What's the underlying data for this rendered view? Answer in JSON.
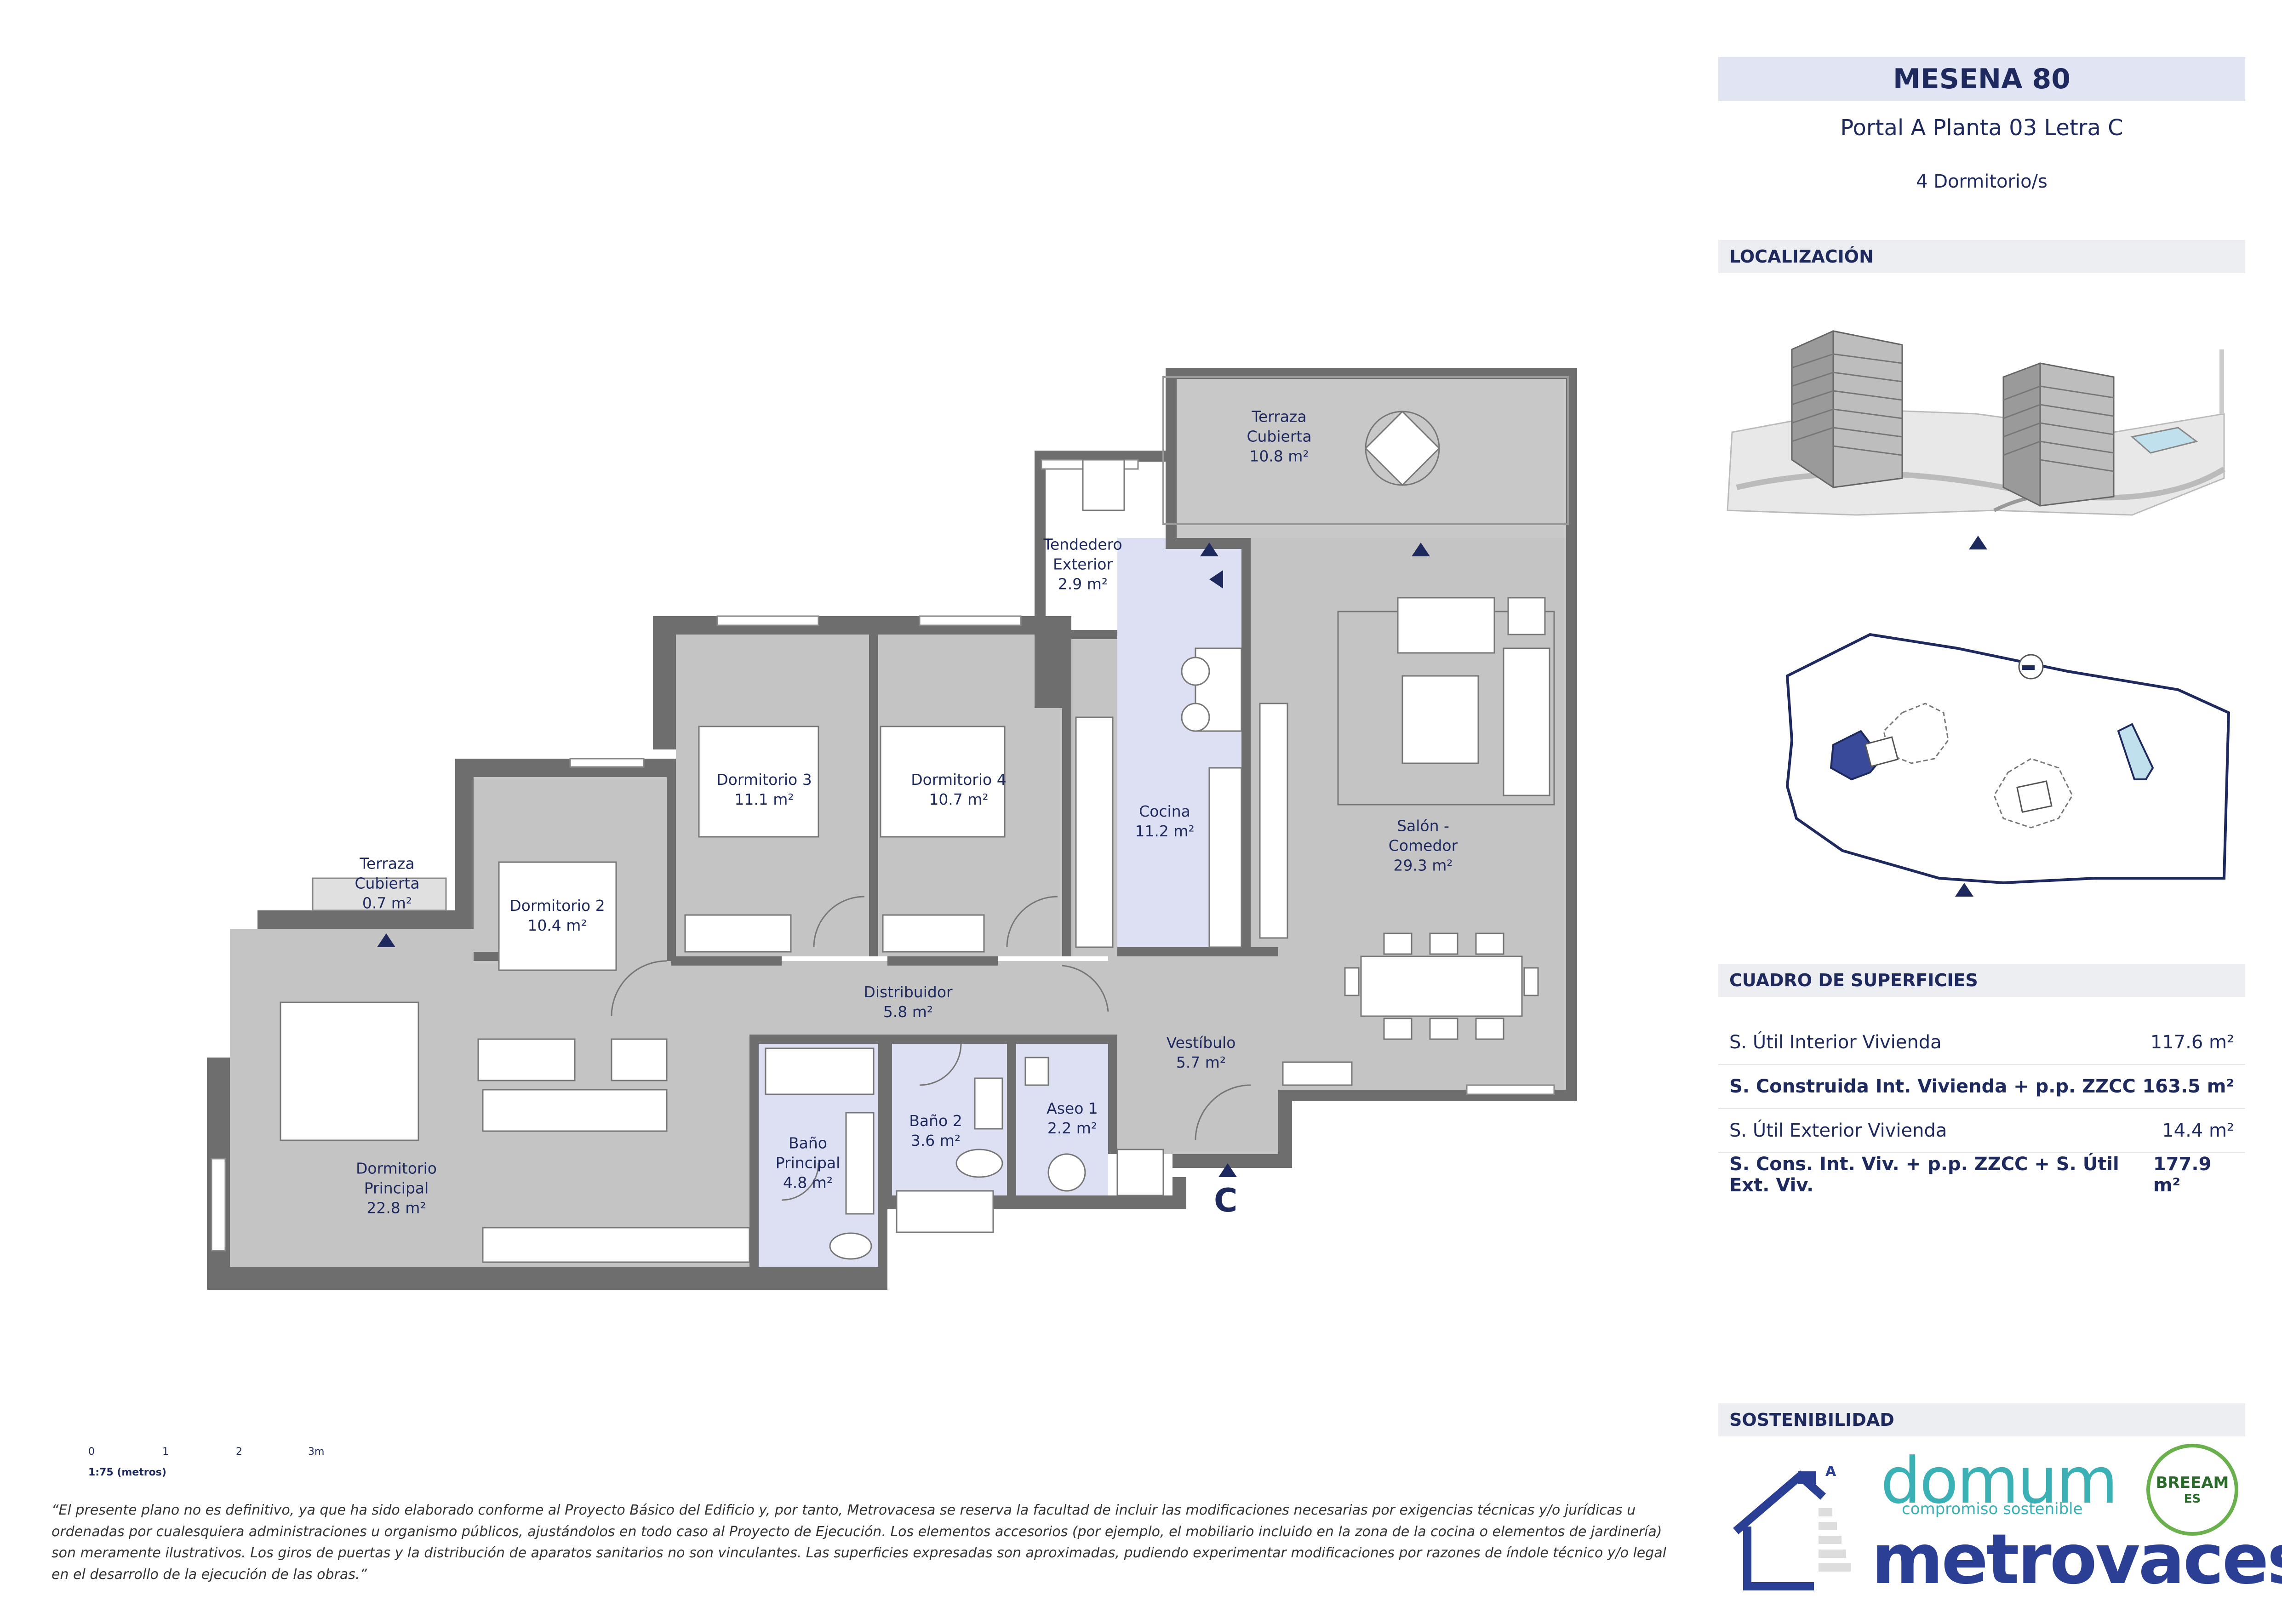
{
  "header": {
    "title": "MESENA 80",
    "subtitle": "Portal A Planta 03 Letra C",
    "bedrooms": "4 Dormitorio/s"
  },
  "sections": {
    "location": "LOCALIZACIÓN",
    "surfaces": "CUADRO DE SUPERFICIES",
    "sustainability": "SOSTENIBILIDAD"
  },
  "surfaces": [
    {
      "label": "S. Útil Interior Vivienda",
      "value": "117.6 m²",
      "bold": false
    },
    {
      "label": "S. Construida Int. Vivienda + p.p. ZZCC",
      "value": "163.5 m²",
      "bold": true
    },
    {
      "label": "S. Útil Exterior Vivienda",
      "value": "14.4 m²",
      "bold": false
    },
    {
      "label": "S. Cons. Int. Viv. + p.p. ZZCC + S. Útil Ext. Viv.",
      "value": "177.9 m²",
      "bold": true
    }
  ],
  "rooms": {
    "terraza_cubierta_top": {
      "name": "Terraza\nCubierta",
      "area": "10.8 m²"
    },
    "tendedero": {
      "name": "Tendedero\nExterior",
      "area": "2.9 m²"
    },
    "dormitorio3": {
      "name": "Dormitorio 3",
      "area": "11.1 m²"
    },
    "dormitorio4": {
      "name": "Dormitorio 4",
      "area": "10.7 m²"
    },
    "cocina": {
      "name": "Cocina",
      "area": "11.2 m²"
    },
    "salon": {
      "name": "Salón -\nComedor",
      "area": "29.3 m²"
    },
    "terraza_cubierta_small": {
      "name": "Terraza\nCubierta",
      "area": "0.7 m²"
    },
    "dormitorio2": {
      "name": "Dormitorio 2",
      "area": "10.4 m²"
    },
    "distribuidor": {
      "name": "Distribuidor",
      "area": "5.8 m²"
    },
    "vestibulo": {
      "name": "Vestíbulo",
      "area": "5.7 m²"
    },
    "dormitorio_principal": {
      "name": "Dormitorio\nPrincipal",
      "area": "22.8 m²"
    },
    "bano_principal": {
      "name": "Baño\nPrincipal",
      "area": "4.8 m²"
    },
    "bano2": {
      "name": "Baño 2",
      "area": "3.6 m²"
    },
    "aseo1": {
      "name": "Aseo 1",
      "area": "2.2 m²"
    }
  },
  "entrance_letter": "C",
  "scale": {
    "ticks": [
      "0",
      "1",
      "2",
      "3m"
    ],
    "label": "1:75 (metros)"
  },
  "disclaimer": "“El presente plano no es definitivo, ya que ha sido elaborado conforme al Proyecto Básico del Edificio y, por tanto, Metrovacesa se reserva la facultad de incluir las modificaciones necesarias por exigencias técnicas y/o jurídicas u ordenadas por cualesquiera administraciones u organismo públicos, ajustándolos en todo caso al Proyecto de Ejecución. Los elementos accesorios (por ejemplo, el mobiliario incluido en la zona de la cocina o elementos de jardinería) son meramente ilustrativos. Los giros de puertas y la distribución de aparatos sanitarios no son vinculantes. Las superficies expresadas son aproximadas, pudiendo experimentar modificaciones por razones de índole técnico y/o legal en el desarrollo de la ejecución de las obras.”",
  "logos": {
    "energy_class": "A",
    "domum": "domum",
    "domum_sub": "compromiso sostenible",
    "brand": "metrovacesa",
    "breeam": "BREEAM",
    "breeam_sub": "ES"
  },
  "colors": {
    "navy": "#1e2a5e",
    "room_gray": "#c4c4c4",
    "wall_gray": "#6e6e6e",
    "wet_blue": "#dde0f3",
    "header_bg": "#e1e4f2"
  }
}
